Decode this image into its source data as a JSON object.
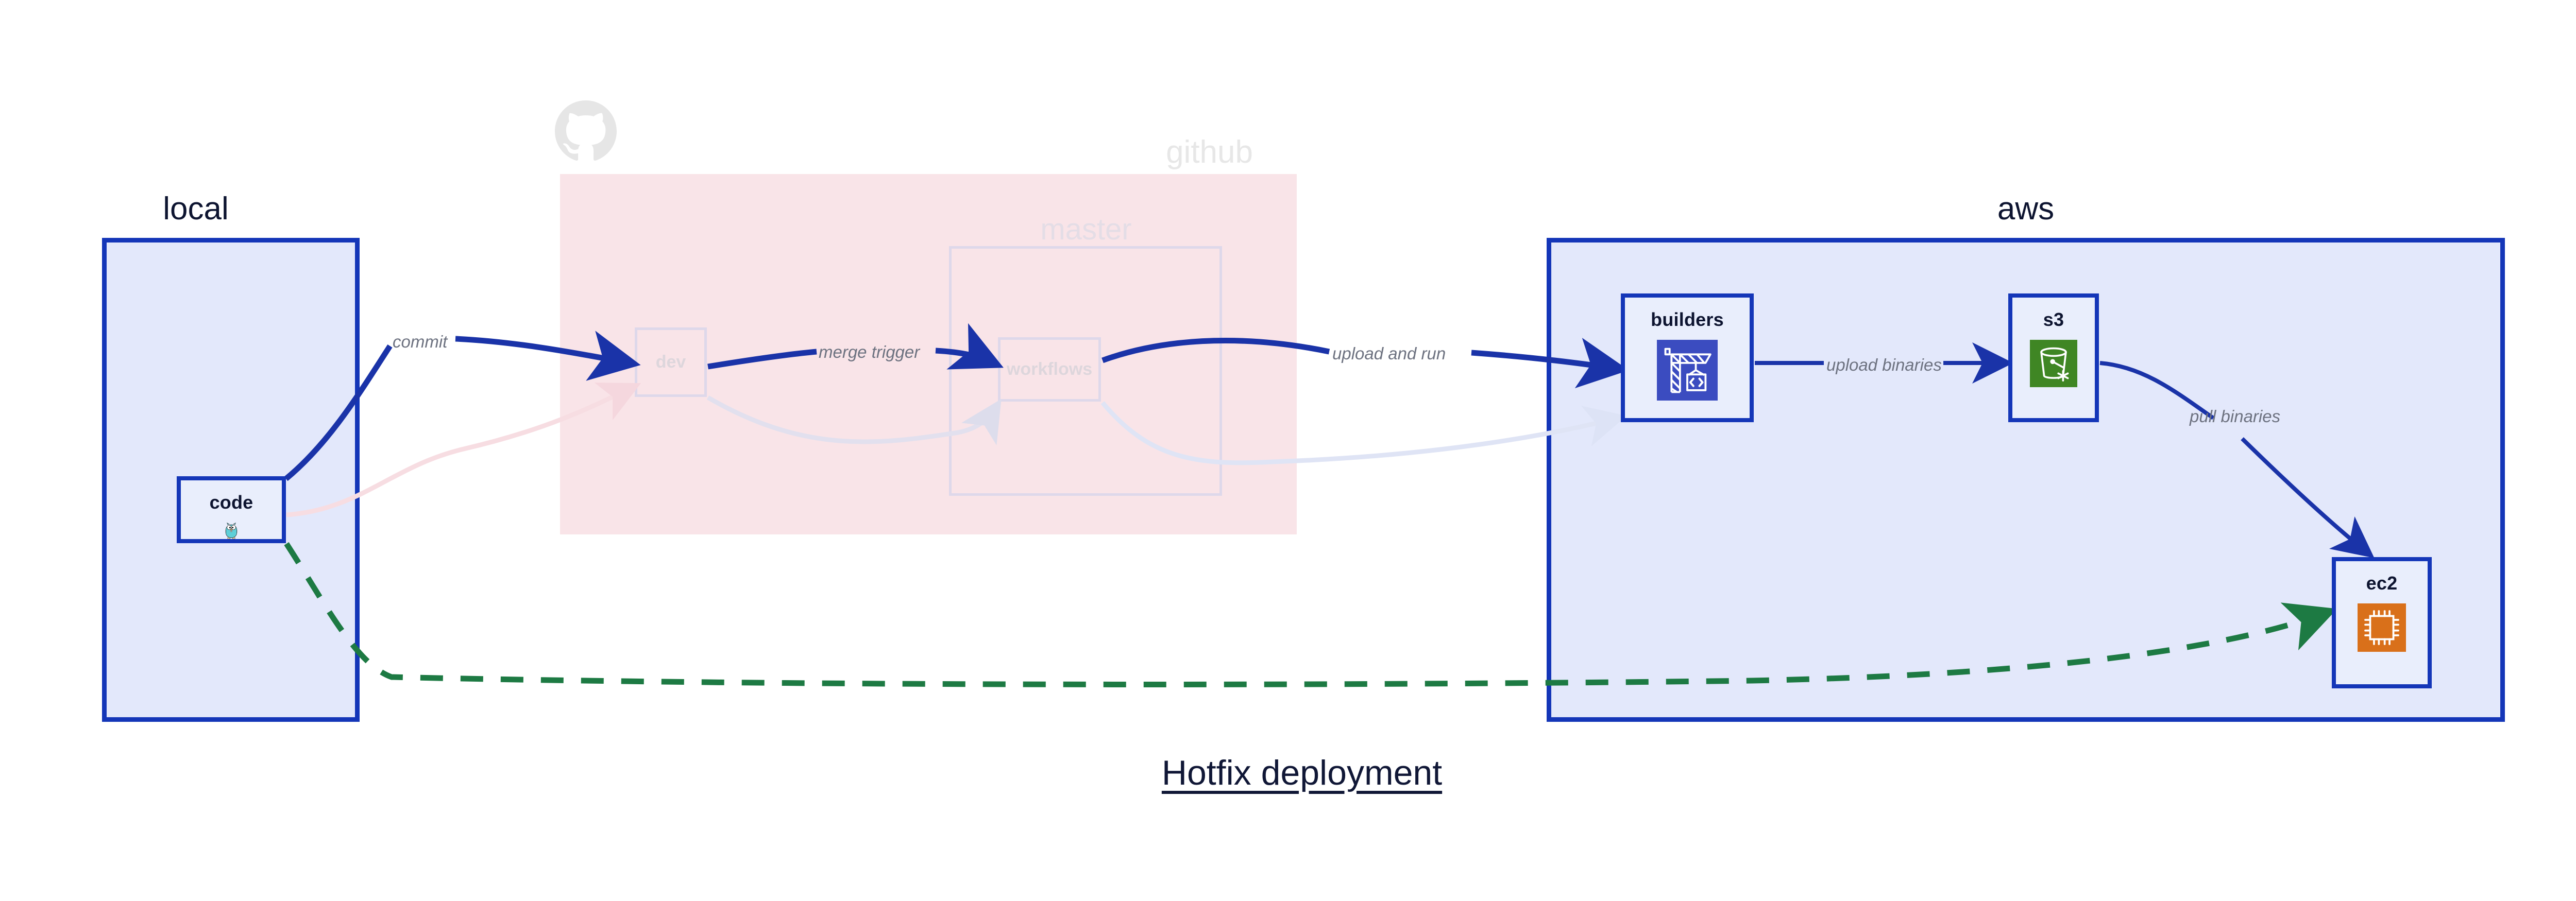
{
  "diagram": {
    "title": "Hotfix deployment",
    "type": "architecture-flow"
  },
  "groups": [
    {
      "id": "local",
      "label": "local",
      "style": "solid-blue",
      "fill": "#e3e8fb",
      "border": "#1436b8"
    },
    {
      "id": "github",
      "label": "github",
      "style": "faded-pink",
      "fill": "#f9e4e8",
      "border": "none"
    },
    {
      "id": "aws",
      "label": "aws",
      "style": "solid-blue",
      "fill": "#e3e8fb",
      "border": "#1436b8"
    }
  ],
  "subgroups": [
    {
      "id": "master",
      "label": "master",
      "parent": "github",
      "style": "faded"
    }
  ],
  "nodes": [
    {
      "id": "code",
      "label": "code",
      "group": "local",
      "icon": "go-gopher-icon",
      "state": "active"
    },
    {
      "id": "dev",
      "label": "dev",
      "group": "github",
      "icon": "none",
      "state": "faded"
    },
    {
      "id": "workflows",
      "label": "workflows",
      "group": "master",
      "icon": "none",
      "state": "faded"
    },
    {
      "id": "builders",
      "label": "builders",
      "group": "aws",
      "icon": "crane-code-icon",
      "state": "active",
      "icon_color": "#3b4cc0"
    },
    {
      "id": "s3",
      "label": "s3",
      "group": "aws",
      "icon": "s3-bucket-icon",
      "state": "active",
      "icon_color": "#3f8624"
    },
    {
      "id": "ec2",
      "label": "ec2",
      "group": "aws",
      "icon": "cpu-chip-icon",
      "state": "active",
      "icon_color": "#d9701a"
    }
  ],
  "edges": [
    {
      "id": "commit",
      "from": "code",
      "to": "dev",
      "label": "commit",
      "style": "solid",
      "color": "#1a33a8",
      "state": "active"
    },
    {
      "id": "merge",
      "from": "dev",
      "to": "workflows",
      "label": "merge trigger",
      "style": "solid",
      "color": "#1a33a8",
      "state": "active"
    },
    {
      "id": "uploadrun",
      "from": "workflows",
      "to": "builders",
      "label": "upload and run",
      "style": "solid",
      "color": "#1a33a8",
      "state": "active"
    },
    {
      "id": "uploadbin",
      "from": "builders",
      "to": "s3",
      "label": "upload binaries",
      "style": "solid",
      "color": "#1a33a8",
      "state": "active"
    },
    {
      "id": "pullbin",
      "from": "s3",
      "to": "ec2",
      "label": "pull binaries",
      "style": "solid",
      "color": "#1a33a8",
      "state": "active"
    },
    {
      "id": "hotfix",
      "from": "code",
      "to": "ec2",
      "label": "",
      "style": "dashed",
      "color": "#1d7a43",
      "state": "active"
    },
    {
      "id": "ghost-back1",
      "from": "code",
      "to": "dev",
      "label": "",
      "style": "solid",
      "color": "#f7dde2",
      "state": "faded"
    },
    {
      "id": "ghost-back2",
      "from": "dev",
      "to": "workflows",
      "label": "",
      "style": "solid",
      "color": "#e0e0ee",
      "state": "faded"
    },
    {
      "id": "ghost-back3",
      "from": "workflows",
      "to": "builders",
      "label": "",
      "style": "solid",
      "color": "#e0e4f4",
      "state": "faded"
    }
  ],
  "icons": {
    "github_logo": "github-octocat-icon",
    "code": "go-gopher-icon",
    "builders": "crane-code-icon",
    "s3": "s3-bucket-icon",
    "ec2": "cpu-chip-icon"
  },
  "colors": {
    "accent_blue": "#1436b8",
    "group_fill_blue": "#e3e8fb",
    "node_fill_blue": "#e9eefc",
    "github_pink": "#f9e4e8",
    "edge_blue": "#1a33a8",
    "edge_green": "#1d7a43",
    "label_gray": "#6d7280",
    "faded_gray": "#ded8ea",
    "title_navy": "#101736"
  }
}
